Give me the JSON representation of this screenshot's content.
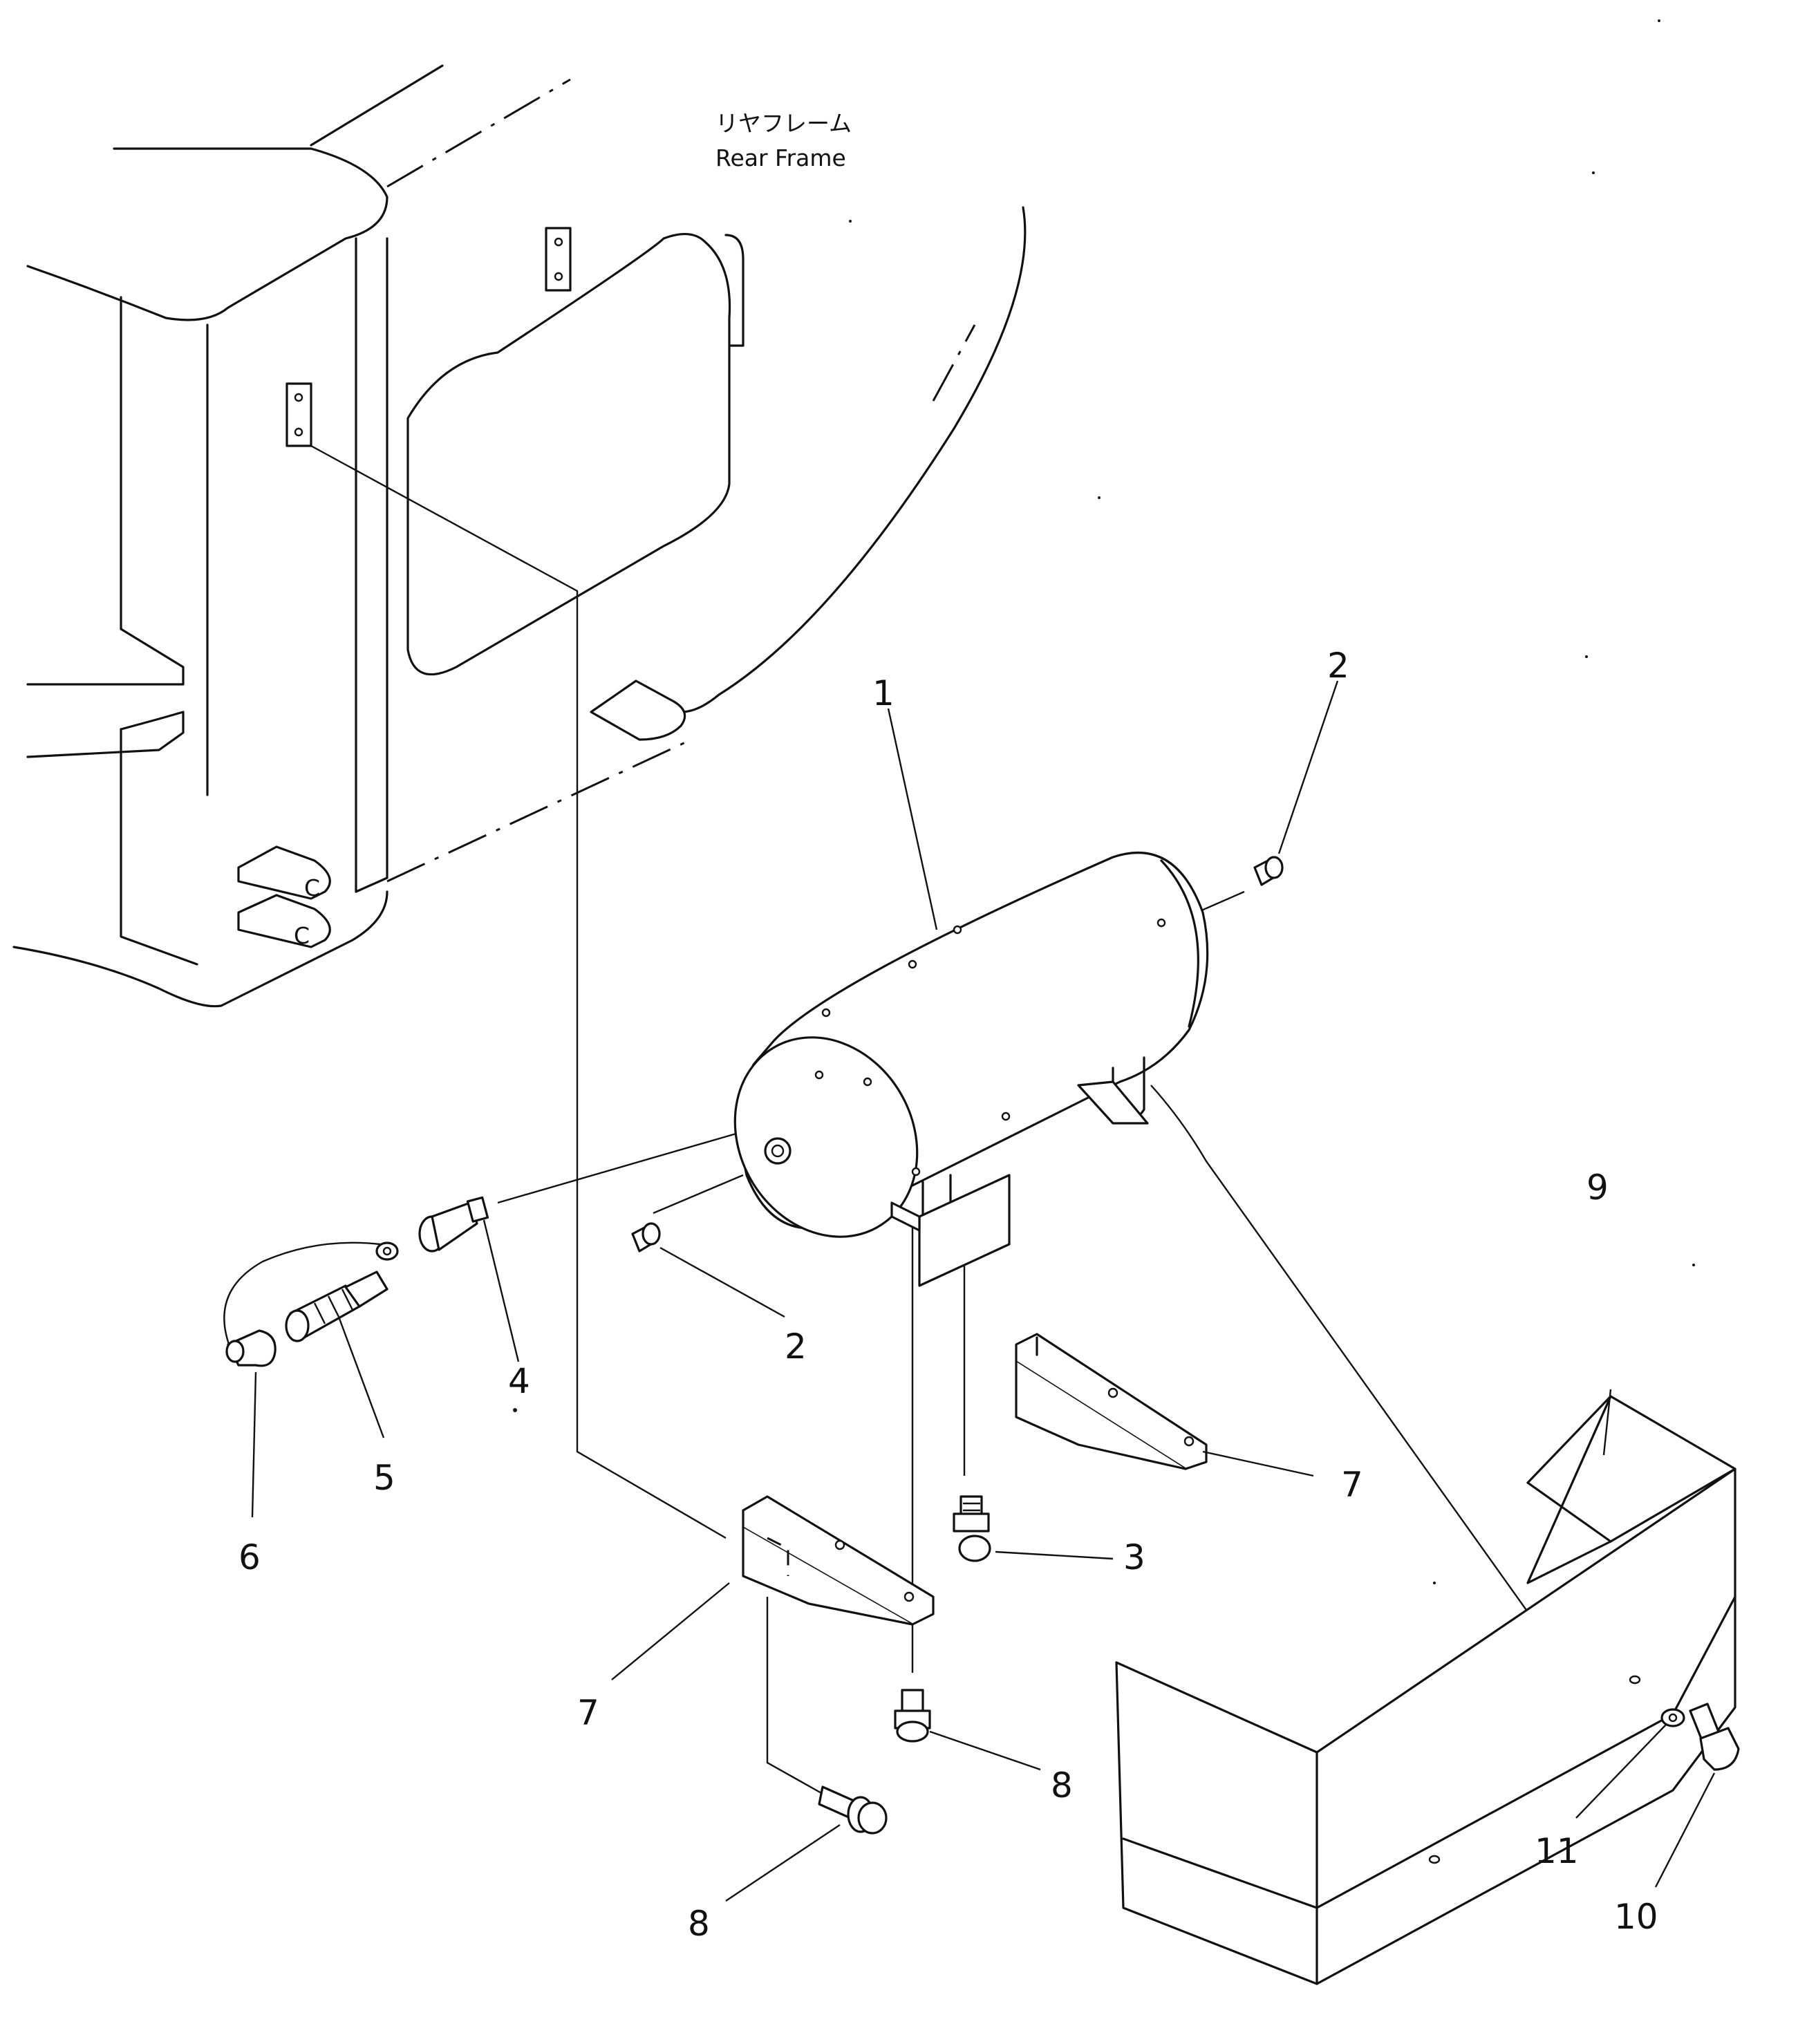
{
  "frame_label": {
    "japanese": "リヤフレーム",
    "english": "Rear Frame"
  },
  "callouts": {
    "c1": "1",
    "c2a": "2",
    "c2b": "2",
    "c3": "3",
    "c4": "4",
    "c5": "5",
    "c6": "6",
    "c7a": "7",
    "c7b": "7",
    "c8a": "8",
    "c8b": "8",
    "c9": "9",
    "c10": "10",
    "c11": "11"
  },
  "frame_marks": {
    "c_upper": "C",
    "c_lower": "C"
  }
}
